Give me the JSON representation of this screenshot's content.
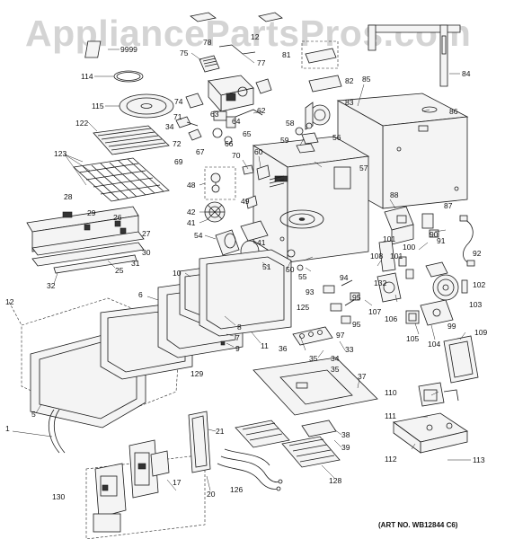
{
  "watermark": "AppliancePartsPros.com",
  "art_number": "(ART NO. WB12844 C6)",
  "callouts": [
    {
      "id": "c1",
      "label": "1"
    },
    {
      "id": "c5",
      "label": "5"
    },
    {
      "id": "c6",
      "label": "6"
    },
    {
      "id": "c7",
      "label": "7"
    },
    {
      "id": "c8",
      "label": "8"
    },
    {
      "id": "c9",
      "label": "9"
    },
    {
      "id": "c10",
      "label": "10"
    },
    {
      "id": "c11",
      "label": "11"
    },
    {
      "id": "c12a",
      "label": "12"
    },
    {
      "id": "c12b",
      "label": "12"
    },
    {
      "id": "c17",
      "label": "17"
    },
    {
      "id": "c20",
      "label": "20"
    },
    {
      "id": "c21",
      "label": "21"
    },
    {
      "id": "c25",
      "label": "25"
    },
    {
      "id": "c26",
      "label": "26"
    },
    {
      "id": "c27",
      "label": "27"
    },
    {
      "id": "c28",
      "label": "28"
    },
    {
      "id": "c29",
      "label": "29"
    },
    {
      "id": "c30",
      "label": "30"
    },
    {
      "id": "c31",
      "label": "31"
    },
    {
      "id": "c32",
      "label": "32"
    },
    {
      "id": "c33",
      "label": "33"
    },
    {
      "id": "c34a",
      "label": "34"
    },
    {
      "id": "c34b",
      "label": "34"
    },
    {
      "id": "c35a",
      "label": "35"
    },
    {
      "id": "c35b",
      "label": "35"
    },
    {
      "id": "c36",
      "label": "36"
    },
    {
      "id": "c37",
      "label": "37"
    },
    {
      "id": "c38",
      "label": "38"
    },
    {
      "id": "c39",
      "label": "39"
    },
    {
      "id": "c41a",
      "label": "41"
    },
    {
      "id": "c41b",
      "label": "41"
    },
    {
      "id": "c42",
      "label": "42"
    },
    {
      "id": "c48",
      "label": "48"
    },
    {
      "id": "c49",
      "label": "49"
    },
    {
      "id": "c50",
      "label": "50"
    },
    {
      "id": "c51",
      "label": "51"
    },
    {
      "id": "c54",
      "label": "54"
    },
    {
      "id": "c55",
      "label": "55"
    },
    {
      "id": "c56",
      "label": "56"
    },
    {
      "id": "c57",
      "label": "57"
    },
    {
      "id": "c58",
      "label": "58"
    },
    {
      "id": "c59",
      "label": "59"
    },
    {
      "id": "c60",
      "label": "60"
    },
    {
      "id": "c62",
      "label": "62"
    },
    {
      "id": "c63",
      "label": "63"
    },
    {
      "id": "c64",
      "label": "64"
    },
    {
      "id": "c65",
      "label": "65"
    },
    {
      "id": "c66",
      "label": "66"
    },
    {
      "id": "c67",
      "label": "67"
    },
    {
      "id": "c69",
      "label": "69"
    },
    {
      "id": "c70",
      "label": "70"
    },
    {
      "id": "c71",
      "label": "71"
    },
    {
      "id": "c72",
      "label": "72"
    },
    {
      "id": "c74",
      "label": "74"
    },
    {
      "id": "c75",
      "label": "75"
    },
    {
      "id": "c77",
      "label": "77"
    },
    {
      "id": "c78",
      "label": "78"
    },
    {
      "id": "c81",
      "label": "81"
    },
    {
      "id": "c82",
      "label": "82"
    },
    {
      "id": "c83",
      "label": "83"
    },
    {
      "id": "c84",
      "label": "84"
    },
    {
      "id": "c85",
      "label": "85"
    },
    {
      "id": "c86",
      "label": "86"
    },
    {
      "id": "c87",
      "label": "87"
    },
    {
      "id": "c88",
      "label": "88"
    },
    {
      "id": "c90",
      "label": "90"
    },
    {
      "id": "c91",
      "label": "91"
    },
    {
      "id": "c92",
      "label": "92"
    },
    {
      "id": "c93",
      "label": "93"
    },
    {
      "id": "c94",
      "label": "94"
    },
    {
      "id": "c95a",
      "label": "95"
    },
    {
      "id": "c95b",
      "label": "95"
    },
    {
      "id": "c97",
      "label": "97"
    },
    {
      "id": "c99",
      "label": "99"
    },
    {
      "id": "c100",
      "label": "100"
    },
    {
      "id": "c101a",
      "label": "101"
    },
    {
      "id": "c101b",
      "label": "101"
    },
    {
      "id": "c102",
      "label": "102"
    },
    {
      "id": "c103",
      "label": "103"
    },
    {
      "id": "c104",
      "label": "104"
    },
    {
      "id": "c105",
      "label": "105"
    },
    {
      "id": "c106",
      "label": "106"
    },
    {
      "id": "c107",
      "label": "107"
    },
    {
      "id": "c108",
      "label": "108"
    },
    {
      "id": "c109",
      "label": "109"
    },
    {
      "id": "c110",
      "label": "110"
    },
    {
      "id": "c111",
      "label": "111"
    },
    {
      "id": "c112",
      "label": "112"
    },
    {
      "id": "c113",
      "label": "113"
    },
    {
      "id": "c114",
      "label": "114"
    },
    {
      "id": "c115",
      "label": "115"
    },
    {
      "id": "c122",
      "label": "122"
    },
    {
      "id": "c123",
      "label": "123"
    },
    {
      "id": "c125",
      "label": "125"
    },
    {
      "id": "c126",
      "label": "126"
    },
    {
      "id": "c128",
      "label": "128"
    },
    {
      "id": "c129",
      "label": "129"
    },
    {
      "id": "c130",
      "label": "130"
    },
    {
      "id": "c132",
      "label": "132"
    },
    {
      "id": "c9999",
      "label": "9999"
    }
  ]
}
